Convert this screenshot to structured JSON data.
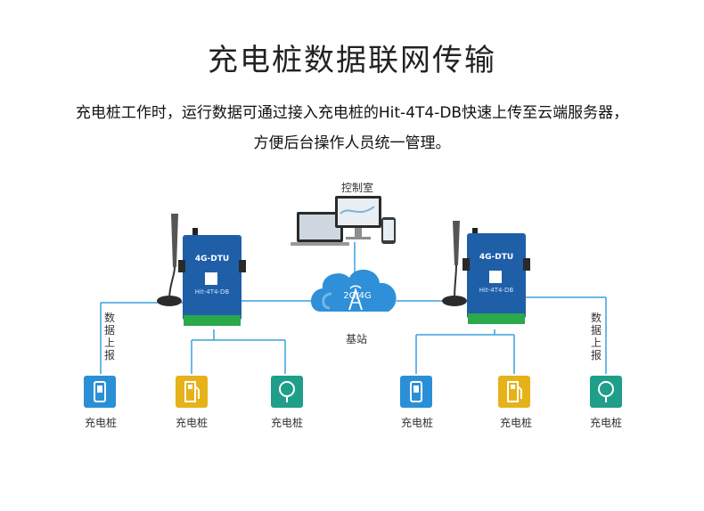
{
  "header": {
    "title": "充电桩数据联网传输",
    "desc_line1": "充电桩工作时，运行数据可通过接入充电桩的Hit-4T4-DB快速上传至云端服务器，",
    "desc_line2": "方便后台操作人员统一管理。"
  },
  "diagram": {
    "control_room_label": "控制室",
    "base_station_label": "基站",
    "cloud_text": "2G/4G",
    "report_label_chars": [
      "数",
      "据",
      "上",
      "报"
    ],
    "device": {
      "name": "4G-DTU",
      "model": "Hit-4T4-DB"
    },
    "piles": [
      {
        "label": "充电桩",
        "icon": "phone-pile-icon",
        "color": "#2a8fd6"
      },
      {
        "label": "充电桩",
        "icon": "fuel-pile-icon",
        "color": "#e6b21a"
      },
      {
        "label": "充电桩",
        "icon": "bulb-pile-icon",
        "color": "#1f9e8a"
      },
      {
        "label": "充电桩",
        "icon": "phone-pile-icon",
        "color": "#2a8fd6"
      },
      {
        "label": "充电桩",
        "icon": "fuel-pile-icon",
        "color": "#e6b21a"
      },
      {
        "label": "充电桩",
        "icon": "bulb-pile-icon",
        "color": "#1f9e8a"
      }
    ],
    "line_color": "#3aa0e0"
  }
}
